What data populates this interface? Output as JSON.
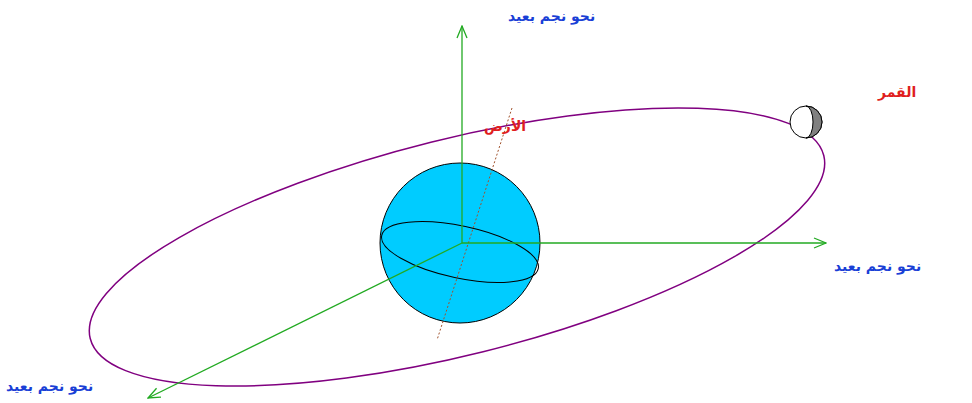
{
  "diagram": {
    "labels": [
      "نحو نجم بعيد",
      "الأرض",
      "القمر",
      "نحو نجم بعيد",
      "نحو نجم بعيد"
    ]
  }
}
